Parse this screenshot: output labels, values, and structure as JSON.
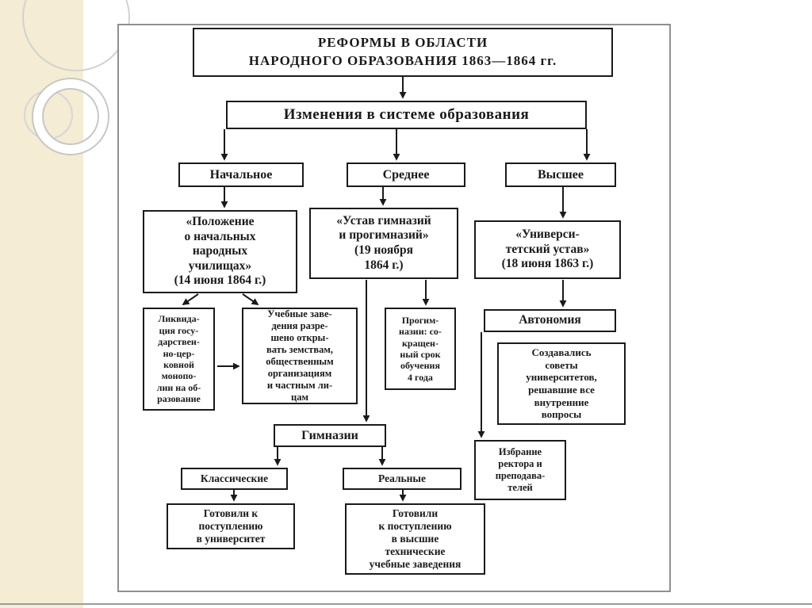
{
  "slide": {
    "strip_color": "#f4ecd3",
    "frame_color": "#8f8f8f",
    "line_color": "#1a1a1a"
  },
  "diagram": {
    "title": "РЕФОРМЫ В ОБЛАСТИ\nНАРОДНОГО ОБРАЗОВАНИЯ 1863—1864 гг.",
    "nodes": {
      "changes": "Изменения в системе образования",
      "primary": "Начальное",
      "secondary": "Среднее",
      "higher": "Высшее",
      "primary_doc": "«Положение\nо начальных\nнародных\nучилищах»\n(14 июня 1864 г.)",
      "secondary_doc": "«Устав гимназий\nи прогимназий»\n(19 ноября\n1864 г.)",
      "higher_doc": "«Универси-\nтетский устав»\n(18 июня 1863 г.)",
      "liquidation": "Ликвида-\nция госу-\nдарствен-\nно-цер-\nковной\nмонопо-\nлии на об-\nразование",
      "institutions": "Учебные заве-\nдения разре-\nшено откры-\nвать земствам,\nобщественным\nорганизациям\nи частным ли-\nцам",
      "progymnasium": "Прогим-\nназии: со-\nкращен-\nный срок\nобучения\n4 года",
      "gymnasium": "Гимназии",
      "classical": "Классические",
      "real": "Реальные",
      "classical_prep": "Готовили к\nпоступлению\nв университет",
      "real_prep": "Готовили\nк поступлению\nв высшие\nтехнические\nучебные заведения",
      "autonomy": "Автономия",
      "councils": "Создавались\nсоветы\nуниверситетов,\nрешавшие все\nвнутренние\nвопросы",
      "rector": "Избрание\nректора и\nпреподава-\nтелей"
    }
  }
}
